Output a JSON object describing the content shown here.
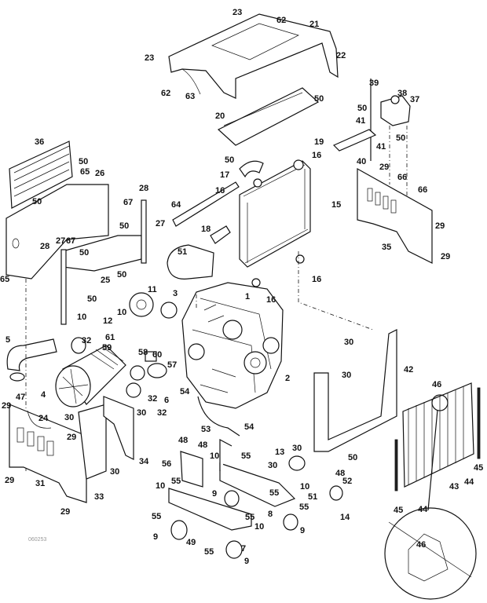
{
  "diagram": {
    "type": "exploded-parts-diagram",
    "drawing_code": "060253",
    "callouts": [
      "23",
      "62",
      "21",
      "22",
      "23",
      "62",
      "63",
      "20",
      "50",
      "19",
      "50",
      "16",
      "17",
      "16",
      "15",
      "64",
      "18",
      "51",
      "16",
      "16",
      "1",
      "3",
      "39",
      "38",
      "37",
      "50",
      "41",
      "41",
      "50",
      "40",
      "29",
      "66",
      "66",
      "29",
      "35",
      "29",
      "36",
      "50",
      "65",
      "26",
      "50",
      "28",
      "67",
      "27",
      "50",
      "28",
      "27",
      "67",
      "50",
      "25",
      "50",
      "65",
      "10",
      "11",
      "50",
      "10",
      "12",
      "61",
      "60",
      "59",
      "58",
      "57",
      "5",
      "32",
      "47",
      "4",
      "32",
      "6",
      "30",
      "30",
      "32",
      "24",
      "29",
      "29",
      "34",
      "30",
      "29",
      "31",
      "33",
      "29",
      "54",
      "53",
      "48",
      "48",
      "56",
      "10",
      "55",
      "10",
      "55",
      "9",
      "55",
      "9",
      "49",
      "55",
      "2",
      "30",
      "42",
      "30",
      "54",
      "13",
      "30",
      "30",
      "50",
      "48",
      "52",
      "10",
      "55",
      "55",
      "51",
      "14",
      "8",
      "9",
      "55",
      "10",
      "7",
      "9",
      "46",
      "45",
      "44",
      "43",
      "45",
      "44",
      "46"
    ]
  }
}
